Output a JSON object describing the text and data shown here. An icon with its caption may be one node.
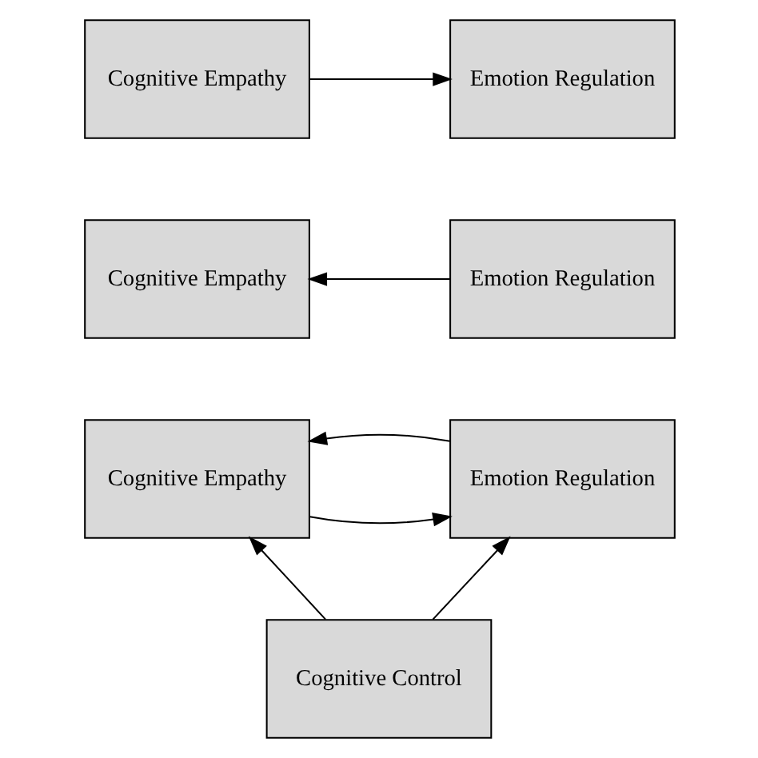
{
  "diagram": {
    "nodes": [
      {
        "text": [
          "Cognitive Empathy"
        ]
      },
      {
        "text": [
          "Emotion Regulation"
        ]
      },
      {
        "text": [
          "Cognitive Empathy"
        ]
      },
      {
        "text": [
          "Emotion Regulation"
        ]
      },
      {
        "text": [
          "Cognitive Empathy"
        ]
      },
      {
        "text": [
          "Emotion Regulation"
        ]
      },
      {
        "text": [
          "Cognitive Control"
        ]
      }
    ],
    "edges": [
      {
        "from": 0,
        "to": 1,
        "arrow": "to"
      },
      {
        "from": 3,
        "to": 2,
        "arrow": "to"
      },
      {
        "from": 4,
        "to": 5,
        "arrow": "to"
      },
      {
        "from": 5,
        "to": 4,
        "arrow": "to"
      },
      {
        "from": 6,
        "to": 4,
        "arrow": "to"
      },
      {
        "from": 6,
        "to": 5,
        "arrow": "to"
      }
    ]
  }
}
